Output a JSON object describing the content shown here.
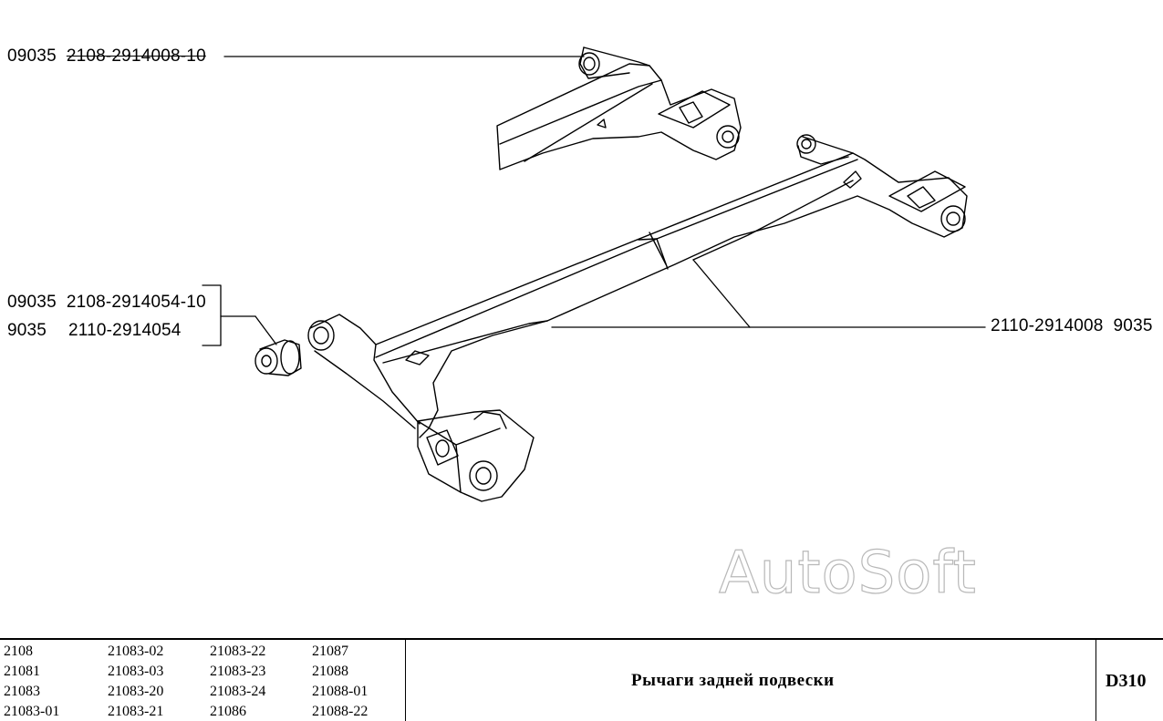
{
  "callouts": [
    {
      "id": "upper",
      "qty": "09035",
      "part": "2108-2914008-10",
      "strikethrough": true
    },
    {
      "id": "bushing-1",
      "qty": "09035",
      "part": "2108-2914054-10",
      "strikethrough": false
    },
    {
      "id": "bushing-2",
      "qty": "9035",
      "part": "2110-2914054",
      "strikethrough": false
    },
    {
      "id": "lower",
      "part": "2110-2914008",
      "qty": "9035",
      "strikethrough": false
    }
  ],
  "watermark": "AutoSoft",
  "footer": {
    "models": [
      [
        "2108",
        "21083-02",
        "21083-22",
        "21087"
      ],
      [
        "21081",
        "21083-03",
        "21083-23",
        "21088"
      ],
      [
        "21083",
        "21083-20",
        "21083-24",
        "21088-01"
      ],
      [
        "21083-01",
        "21083-21",
        "21086",
        "21088-22"
      ]
    ],
    "title": "Рычаги задней подвески",
    "code": "D310"
  }
}
